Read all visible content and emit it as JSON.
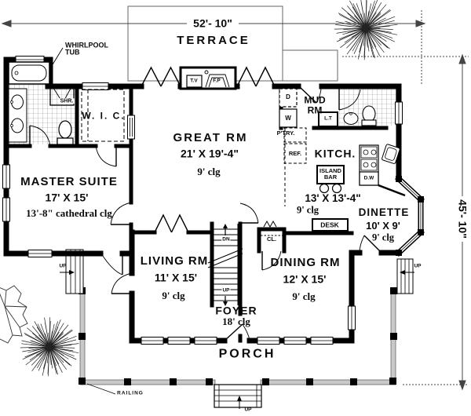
{
  "dimensions": {
    "width": "52'- 10\"",
    "height": "45'- 10\""
  },
  "outdoor": {
    "terrace": "TERRACE",
    "porch": "PORCH",
    "railing": "RAILING",
    "steps_up": "UP"
  },
  "rooms": {
    "master": {
      "name": "MASTER SUITE",
      "size": "17' X 15'",
      "ceiling": "13'-8\" cathedral clg"
    },
    "great": {
      "name": "GREAT RM",
      "size": "21' X 19'-4\"",
      "ceiling": "9' clg"
    },
    "kitchen": {
      "name": "KITCH.",
      "size": "13' X 13'-4\"",
      "ceiling": "9' clg"
    },
    "dinette": {
      "name": "DINETTE",
      "size": "10' X 9'",
      "ceiling": "9' clg"
    },
    "living": {
      "name": "LIVING RM",
      "size": "11' X 15'",
      "ceiling": "9' clg"
    },
    "dining": {
      "name": "DINING RM",
      "size": "12' X 15'",
      "ceiling": "9' clg"
    },
    "foyer": {
      "name": "FOYER",
      "ceiling": "18' clg"
    },
    "mud": {
      "line1": "MUD",
      "line2": "RM"
    },
    "wic": {
      "name": "W. I. C."
    }
  },
  "fixtures": {
    "whirlpool_line1": "WHIRLPOOL",
    "whirlpool_line2": "TUB",
    "shower": "SHR.",
    "tv": "T.V",
    "fireplace": "F.P",
    "dryer": "D",
    "washer": "W",
    "laundry_tub": "L.T",
    "pantry": "P'TRY.",
    "refrigerator": "REF.",
    "island_line1": "ISLAND",
    "island_line2": "BAR",
    "dishwasher": "D.W",
    "desk": "DESK",
    "closet": "CL."
  },
  "stairs": {
    "down": "DN",
    "up": "UP"
  },
  "colors": {
    "ink": "#000000",
    "rail": "#c9c9c9",
    "dim": "#444444"
  }
}
